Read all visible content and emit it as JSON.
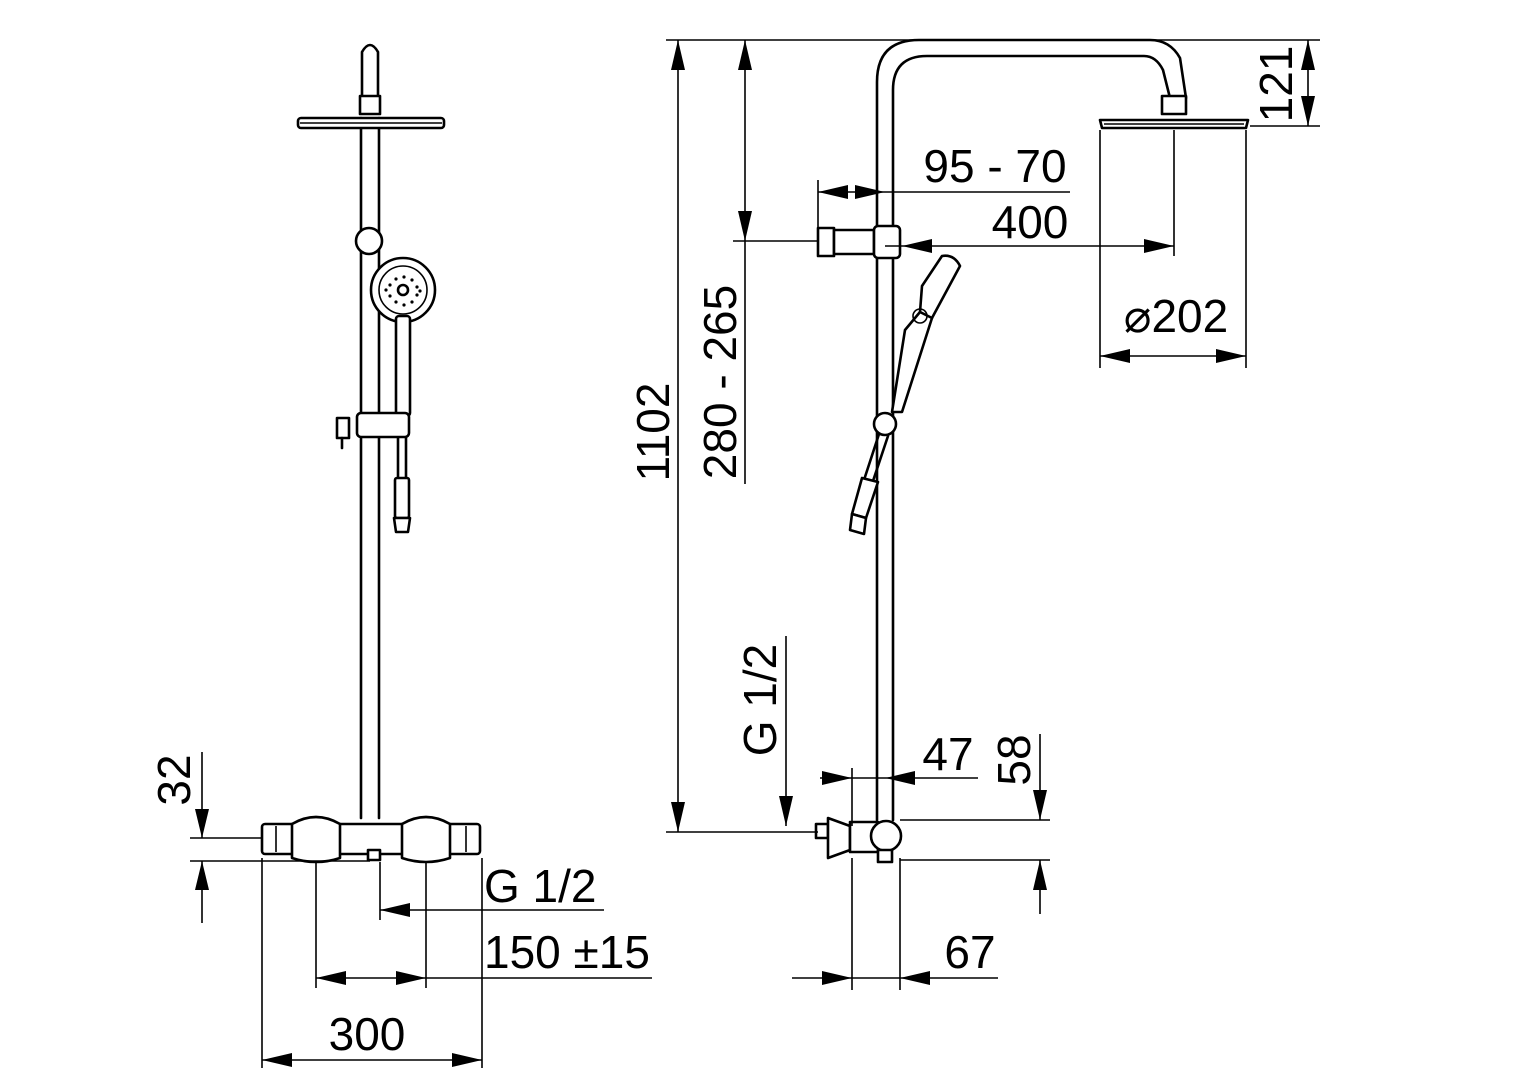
{
  "labels": {
    "front_height_32": "32",
    "front_thread": "G 1/2",
    "front_spacing": "150 ±15",
    "front_width": "300",
    "total_height": "1102",
    "holder_height_range": "280 - 265",
    "holder_offset_range": "95 - 70",
    "head_projection": "400",
    "head_diameter": "⌀202",
    "head_height": "121",
    "side_thread": "G 1/2",
    "side_inlet_offset": "47",
    "side_height_58": "58",
    "side_depth": "67"
  }
}
